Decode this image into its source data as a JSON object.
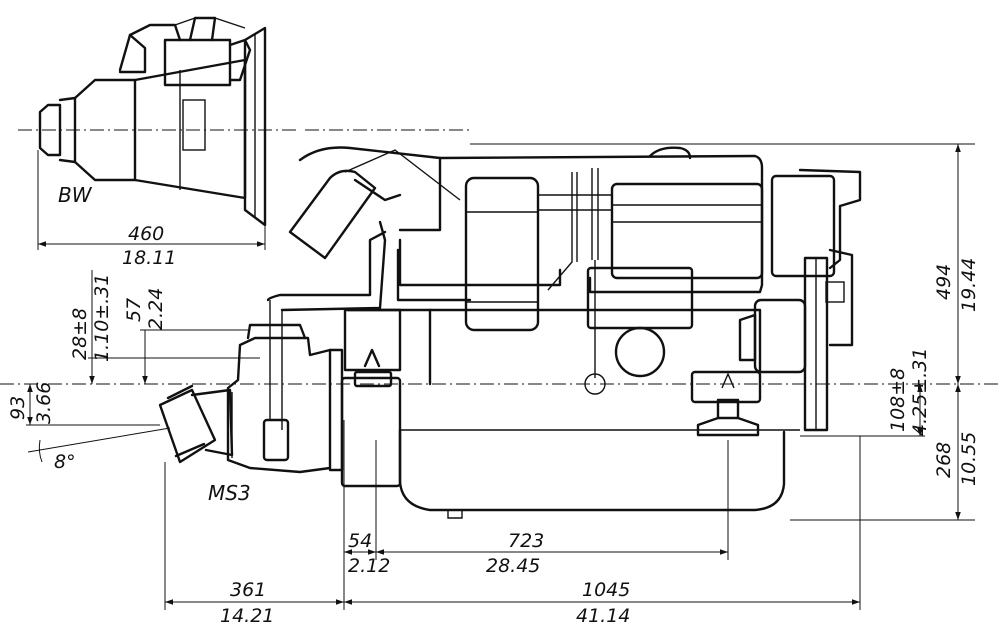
{
  "labels": {
    "gearbox": "BW",
    "sterndrive": "MS3",
    "angle": "8°"
  },
  "dimensions": {
    "gearbox_length_mm": "460",
    "gearbox_length_in": "18.11",
    "height_top_mm": "494",
    "height_top_in": "19.44",
    "height_bottom_mm": "268",
    "height_bottom_in": "10.55",
    "offset_mm": "108±8",
    "offset_in": "4.25±.31",
    "left_offset_mm": "28±8",
    "left_offset_in": "1.10±.31",
    "left_57_mm": "57",
    "left_57_in": "2.24",
    "left_93_mm": "93",
    "left_93_in": "3.66",
    "small_54_mm": "54",
    "small_54_in": "2.12",
    "mount_723_mm": "723",
    "mount_723_in": "28.45",
    "front_361_mm": "361",
    "front_361_in": "14.21",
    "length_1045_mm": "1045",
    "length_1045_in": "41.14"
  }
}
